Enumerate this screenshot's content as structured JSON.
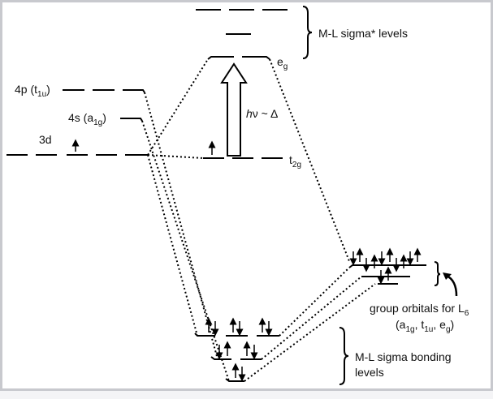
{
  "diagram": {
    "title": "Octahedral ML6 sigma-only molecular orbital diagram",
    "metal_orbitals": [
      {
        "id": "4p",
        "label": "4p (t",
        "sub": "1u",
        "tail": ")",
        "electrons": 0,
        "degeneracy": 3
      },
      {
        "id": "4s",
        "label": "4s (a",
        "sub": "1g",
        "tail": ")",
        "electrons": 0,
        "degeneracy": 1
      },
      {
        "id": "3d",
        "label": "3d",
        "electrons": 1,
        "degeneracy": 5
      }
    ],
    "molecular_orbitals": {
      "antibonding": {
        "levels": [
          3,
          1,
          2
        ],
        "label": "M-L sigma* levels"
      },
      "eg": {
        "label": "e",
        "sub": "g",
        "electrons": 0
      },
      "t2g": {
        "label": "t",
        "sub": "2g",
        "electrons": 1
      },
      "transition": {
        "label_italic": "h",
        "label_rest": "ν ~ Δ"
      },
      "bonding": {
        "levels": [
          3,
          2,
          1
        ],
        "electrons": 12,
        "label_line1": "M-L sigma bonding",
        "label_line2": "levels"
      }
    },
    "ligand_orbitals": {
      "label_line1": "group orbitals for L",
      "label_line1_sub": "6",
      "label_line2_a": "(a",
      "sub_a": "1g",
      "label_line2_b": ", t",
      "sub_b": "1u",
      "label_line2_c": ", e",
      "sub_c": "g",
      "label_line2_d": ")",
      "electrons": 12
    }
  }
}
